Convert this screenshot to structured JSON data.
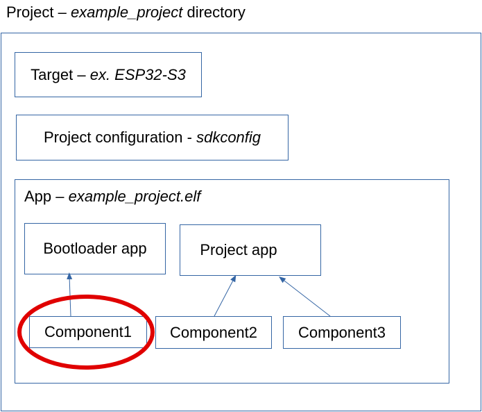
{
  "project": {
    "prefix": "Project – ",
    "name": "example_project",
    "suffix": " directory"
  },
  "target": {
    "prefix": "Target – ",
    "example": "ex. ESP32-S3"
  },
  "config": {
    "prefix": "Project configuration - ",
    "file": "sdkconfig"
  },
  "app": {
    "prefix": "App – ",
    "file": "example_project.elf",
    "bootloader": "Bootloader app",
    "project_app": "Project app"
  },
  "components": [
    "Component1",
    "Component2",
    "Component3"
  ],
  "colors": {
    "border": "#3465a4",
    "arrow": "#3465a4",
    "highlight": "#e00000"
  }
}
